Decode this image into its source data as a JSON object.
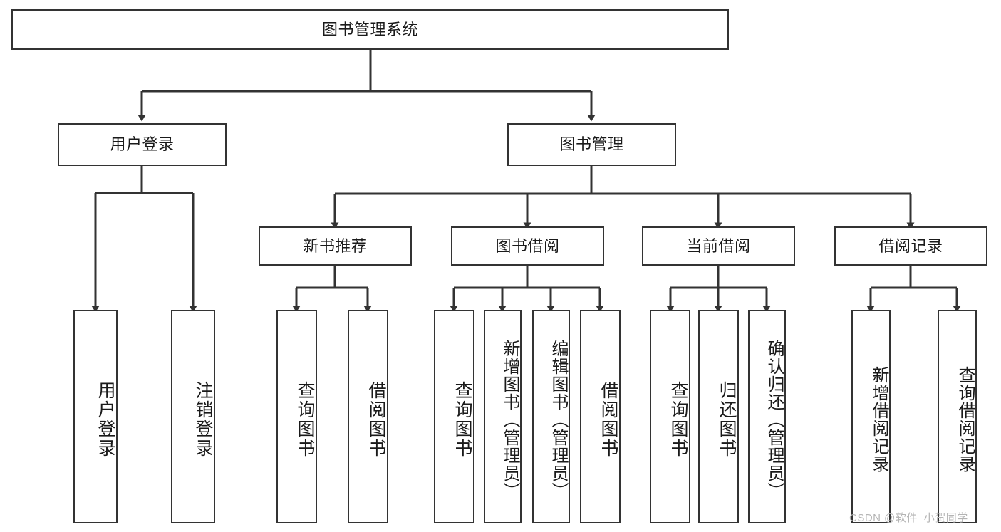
{
  "diagram": {
    "title": "图书管理系统",
    "type": "tree",
    "stroke_color": "#333333",
    "background_color": "#ffffff",
    "text_color": "#1a1a1a",
    "watermark": "CSDN @软件_小贺同学",
    "watermark_color": "#b4b4b4"
  },
  "nodes": {
    "root": {
      "label": "图书管理系统",
      "level": 1
    },
    "level2": [
      {
        "id": "user-login",
        "label": "用户登录"
      },
      {
        "id": "book-manage",
        "label": "图书管理"
      }
    ],
    "level3": [
      {
        "id": "new-book-recommend",
        "label": "新书推荐"
      },
      {
        "id": "book-borrow",
        "label": "图书借阅"
      },
      {
        "id": "current-borrow",
        "label": "当前借阅"
      },
      {
        "id": "borrow-record",
        "label": "借阅记录"
      }
    ],
    "leaves": {
      "user_login": [
        {
          "id": "leaf-user-login",
          "label": "用户登录"
        },
        {
          "id": "leaf-logout-login",
          "label": "注销登录"
        }
      ],
      "new_book_recommend": [
        {
          "id": "leaf-query-book-1",
          "label": "查询图书"
        },
        {
          "id": "leaf-borrow-book-1",
          "label": "借阅图书"
        }
      ],
      "book_borrow": [
        {
          "id": "leaf-query-book-2",
          "label": "查询图书"
        },
        {
          "id": "leaf-add-book",
          "label": "新增图书（管理员）"
        },
        {
          "id": "leaf-edit-book",
          "label": "编辑图书（管理员）"
        },
        {
          "id": "leaf-borrow-book-2",
          "label": "借阅图书"
        }
      ],
      "current_borrow": [
        {
          "id": "leaf-query-book-3",
          "label": "查询图书"
        },
        {
          "id": "leaf-return-book",
          "label": "归还图书"
        },
        {
          "id": "leaf-confirm-return",
          "label": "确认归还（管理员）"
        }
      ],
      "borrow_record": [
        {
          "id": "leaf-add-record",
          "label": "新增借阅记录"
        },
        {
          "id": "leaf-query-record",
          "label": "查询借阅记录"
        }
      ]
    }
  }
}
